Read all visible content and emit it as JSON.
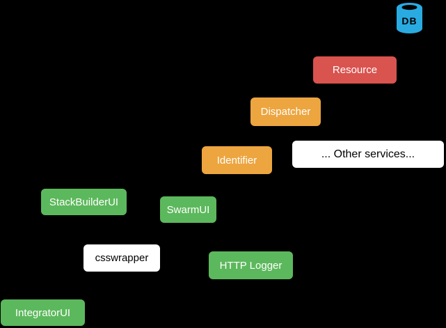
{
  "canvas": {
    "background_color": "#000000"
  },
  "diagram": {
    "type": "architecture-diagram",
    "nodes": [
      {
        "id": "db",
        "label": "DB",
        "shape": "database-cylinder",
        "color": "#29abe2",
        "text_color": "#000000"
      },
      {
        "id": "resource",
        "label": "Resource",
        "shape": "rounded-rect",
        "color": "#d9534f",
        "text_color": "#ffffff"
      },
      {
        "id": "dispatcher",
        "label": "Dispatcher",
        "shape": "rounded-rect",
        "color": "#eda53f",
        "text_color": "#ffffff"
      },
      {
        "id": "identifier",
        "label": "Identifier",
        "shape": "rounded-rect",
        "color": "#eda53f",
        "text_color": "#ffffff"
      },
      {
        "id": "other-services",
        "label": "... Other services...",
        "shape": "rounded-rect",
        "color": "#ffffff",
        "text_color": "#000000"
      },
      {
        "id": "stackbuilderui",
        "label": "StackBuilderUI",
        "shape": "rounded-rect",
        "color": "#5cb85c",
        "text_color": "#ffffff"
      },
      {
        "id": "swarmui",
        "label": "SwarmUI",
        "shape": "rounded-rect",
        "color": "#5cb85c",
        "text_color": "#ffffff"
      },
      {
        "id": "csswrapper",
        "label": "csswrapper",
        "shape": "rounded-rect",
        "color": "#ffffff",
        "text_color": "#000000"
      },
      {
        "id": "http-logger",
        "label": "HTTP Logger",
        "shape": "rounded-rect",
        "color": "#5cb85c",
        "text_color": "#ffffff"
      },
      {
        "id": "integratorui",
        "label": "IntegratorUI",
        "shape": "rounded-rect",
        "color": "#5cb85c",
        "text_color": "#ffffff"
      }
    ]
  }
}
